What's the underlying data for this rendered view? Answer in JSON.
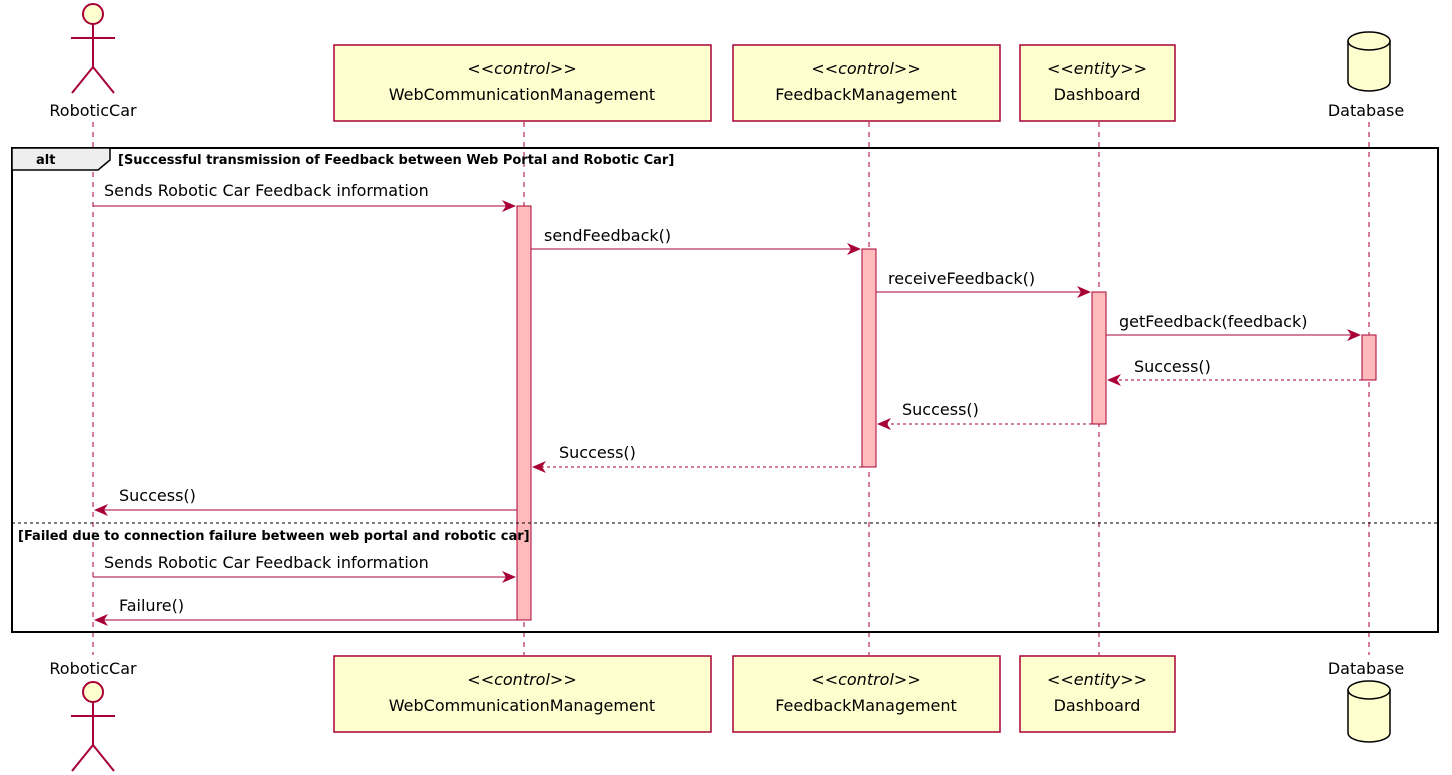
{
  "participants": [
    {
      "id": "robotic-car",
      "kind": "actor",
      "name": "RoboticCar"
    },
    {
      "id": "web-communication-management",
      "kind": "box",
      "stereotype": "<<control>>",
      "name": "WebCommunicationManagement"
    },
    {
      "id": "feedback-management",
      "kind": "box",
      "stereotype": "<<control>>",
      "name": "FeedbackManagement"
    },
    {
      "id": "dashboard",
      "kind": "box",
      "stereotype": "<<entity>>",
      "name": "Dashboard"
    },
    {
      "id": "database",
      "kind": "database",
      "name": "Database"
    }
  ],
  "fragment": {
    "operator": "alt",
    "guard1": "[Successful transmission of Feedback between Web Portal and Robotic Car]",
    "guard2": "[Failed due to connection failure between web portal and robotic car]"
  },
  "messages": [
    {
      "from": "robotic-car",
      "to": "web-communication-management",
      "label": "Sends Robotic Car Feedback information",
      "style": "solid"
    },
    {
      "from": "web-communication-management",
      "to": "feedback-management",
      "label": "sendFeedback()",
      "style": "solid"
    },
    {
      "from": "feedback-management",
      "to": "dashboard",
      "label": "receiveFeedback()",
      "style": "solid"
    },
    {
      "from": "dashboard",
      "to": "database",
      "label": "getFeedback(feedback)",
      "style": "solid"
    },
    {
      "from": "database",
      "to": "dashboard",
      "label": "Success()",
      "style": "dashed"
    },
    {
      "from": "dashboard",
      "to": "feedback-management",
      "label": "Success()",
      "style": "dashed"
    },
    {
      "from": "feedback-management",
      "to": "web-communication-management",
      "label": "Success()",
      "style": "dashed"
    },
    {
      "from": "web-communication-management",
      "to": "robotic-car",
      "label": "Success()",
      "style": "solid"
    },
    {
      "from": "robotic-car",
      "to": "web-communication-management",
      "label": "Sends Robotic Car Feedback information",
      "style": "solid"
    },
    {
      "from": "web-communication-management",
      "to": "robotic-car",
      "label": "Failure()",
      "style": "solid"
    }
  ],
  "colors": {
    "box_fill": "#FEFECE",
    "border": "#A80036",
    "activation_fill": "#FFBBBB"
  }
}
